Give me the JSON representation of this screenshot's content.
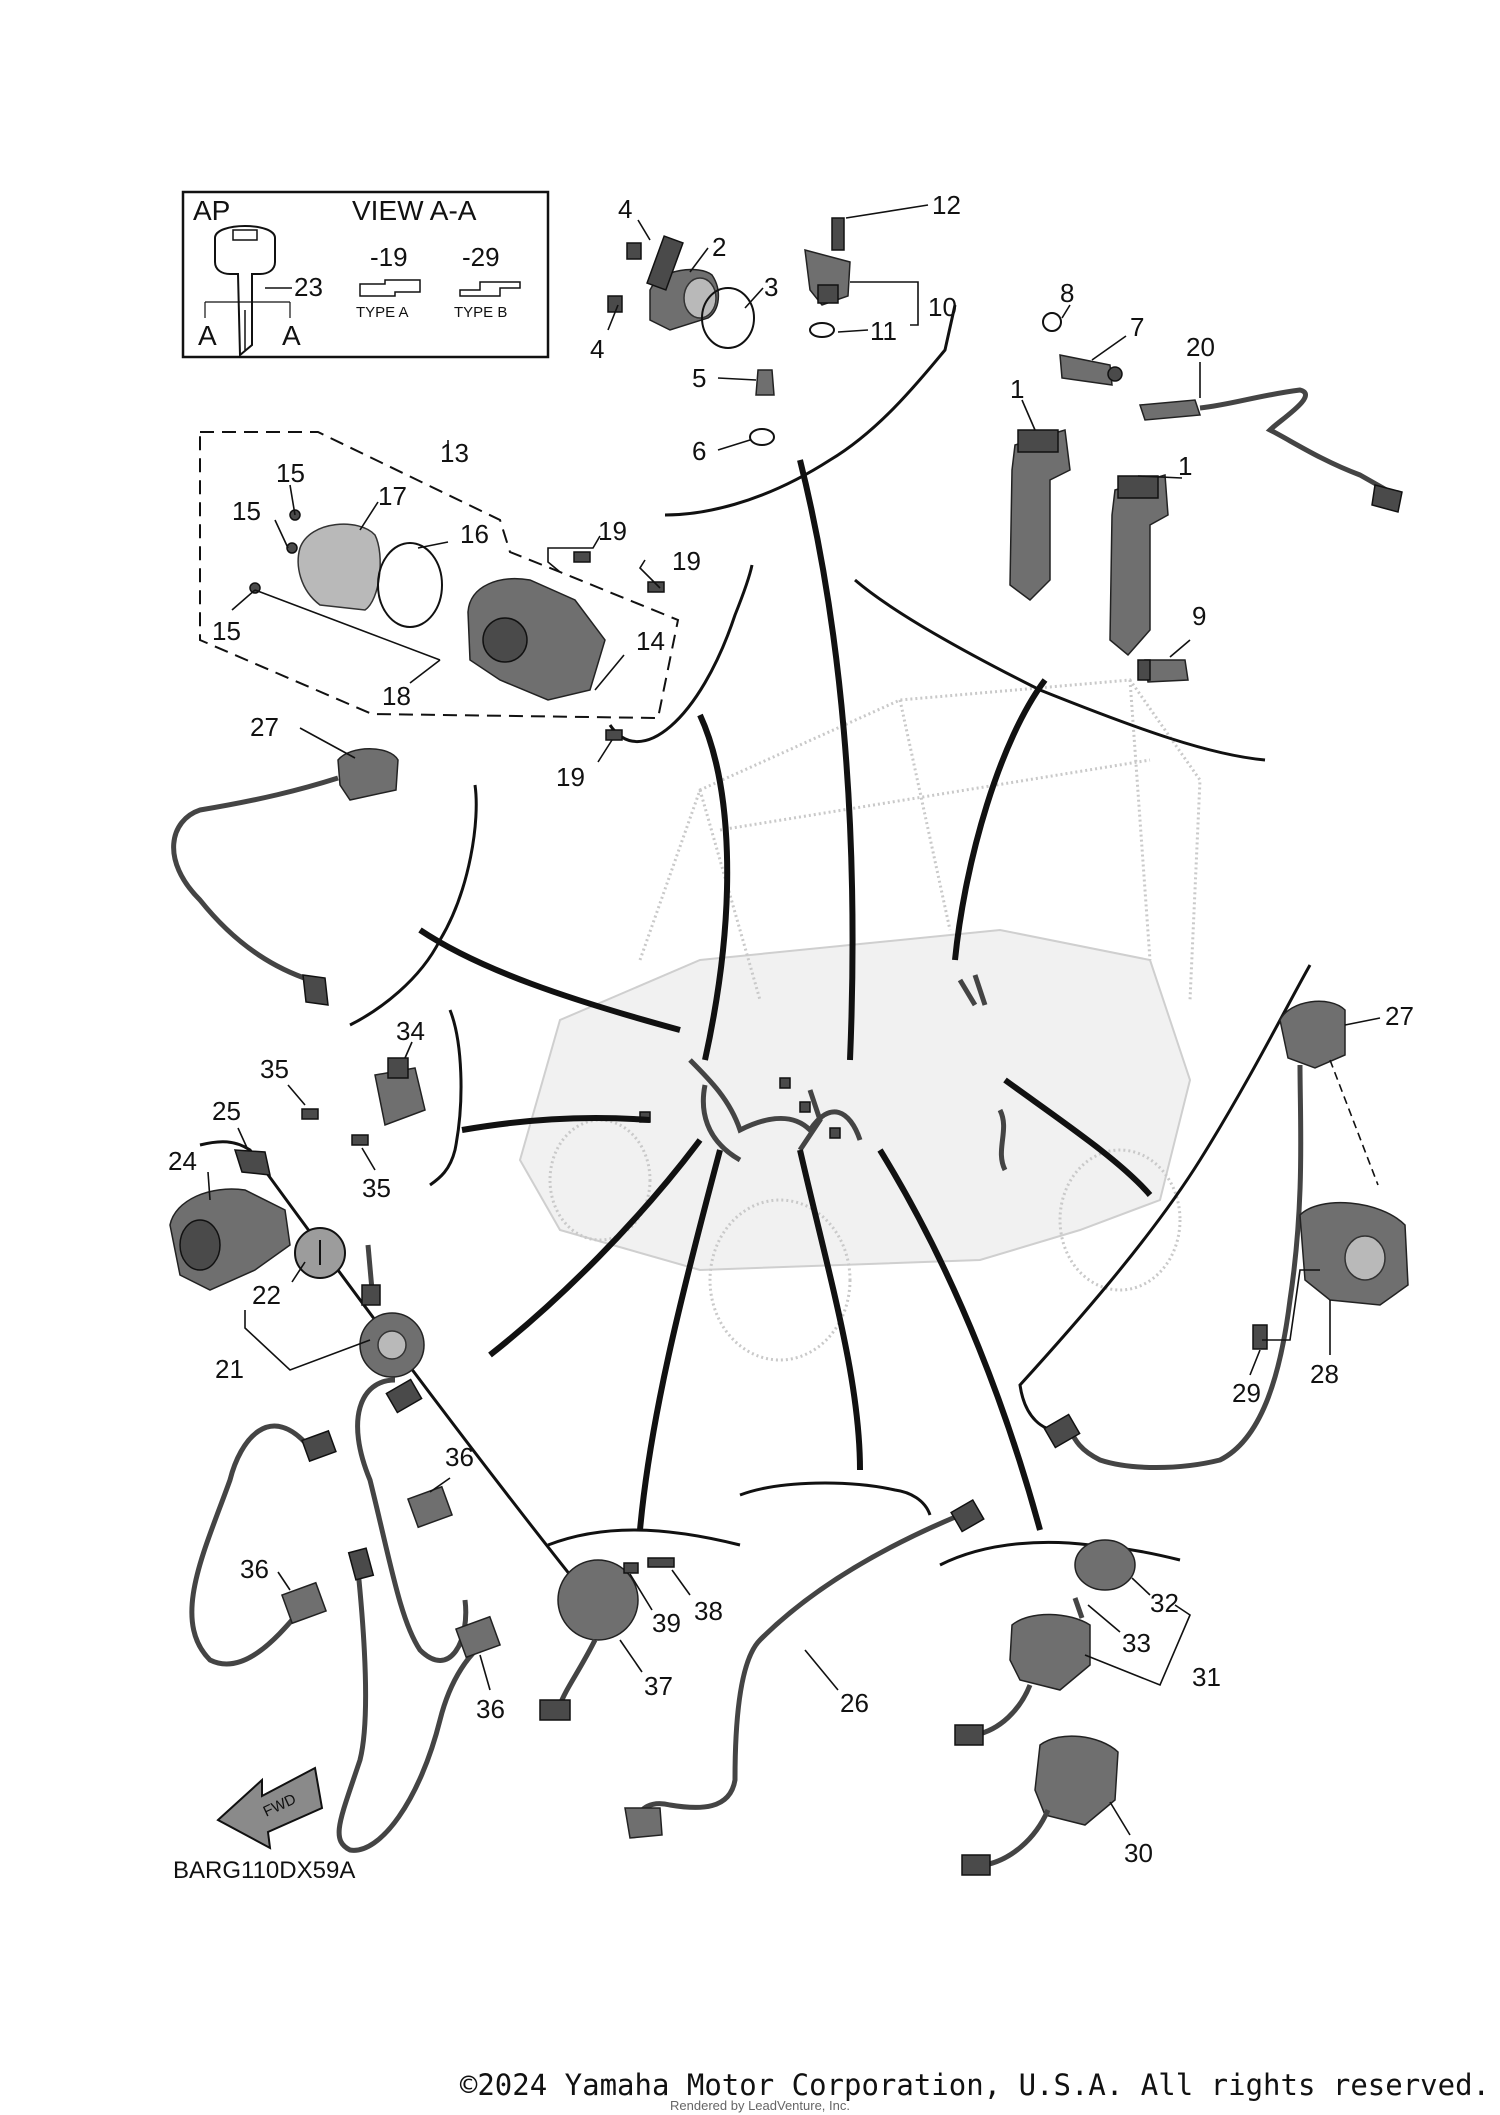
{
  "figure_code": "BARG110DX59A",
  "inset": {
    "key_label": "AP",
    "view_label": "VIEW A-A",
    "section_marker": "A",
    "type_a": {
      "suffix": "-19",
      "name": "TYPE A"
    },
    "type_b": {
      "suffix": "-29",
      "name": "TYPE B"
    }
  },
  "fwd_arrow": "FWD",
  "callouts": {
    "c1": "1",
    "c2": "2",
    "c3": "3",
    "c4": "4",
    "c5": "5",
    "c6": "6",
    "c7": "7",
    "c8": "8",
    "c9": "9",
    "c10": "10",
    "c11": "11",
    "c12": "12",
    "c13": "13",
    "c14": "14",
    "c15": "15",
    "c16": "16",
    "c17": "17",
    "c18": "18",
    "c19": "19",
    "c20": "20",
    "c21": "21",
    "c22": "22",
    "c23": "23",
    "c24": "24",
    "c25": "25",
    "c26": "26",
    "c27": "27",
    "c28": "28",
    "c29": "29",
    "c30": "30",
    "c31": "31",
    "c32": "32",
    "c33": "33",
    "c34": "34",
    "c35": "35",
    "c36": "36",
    "c37": "37",
    "c38": "38",
    "c39": "39"
  },
  "copyright": "©2024 Yamaha Motor Corporation, U.S.A. All rights reserved.",
  "rendered_by": "Rendered by LeadVenture, Inc."
}
